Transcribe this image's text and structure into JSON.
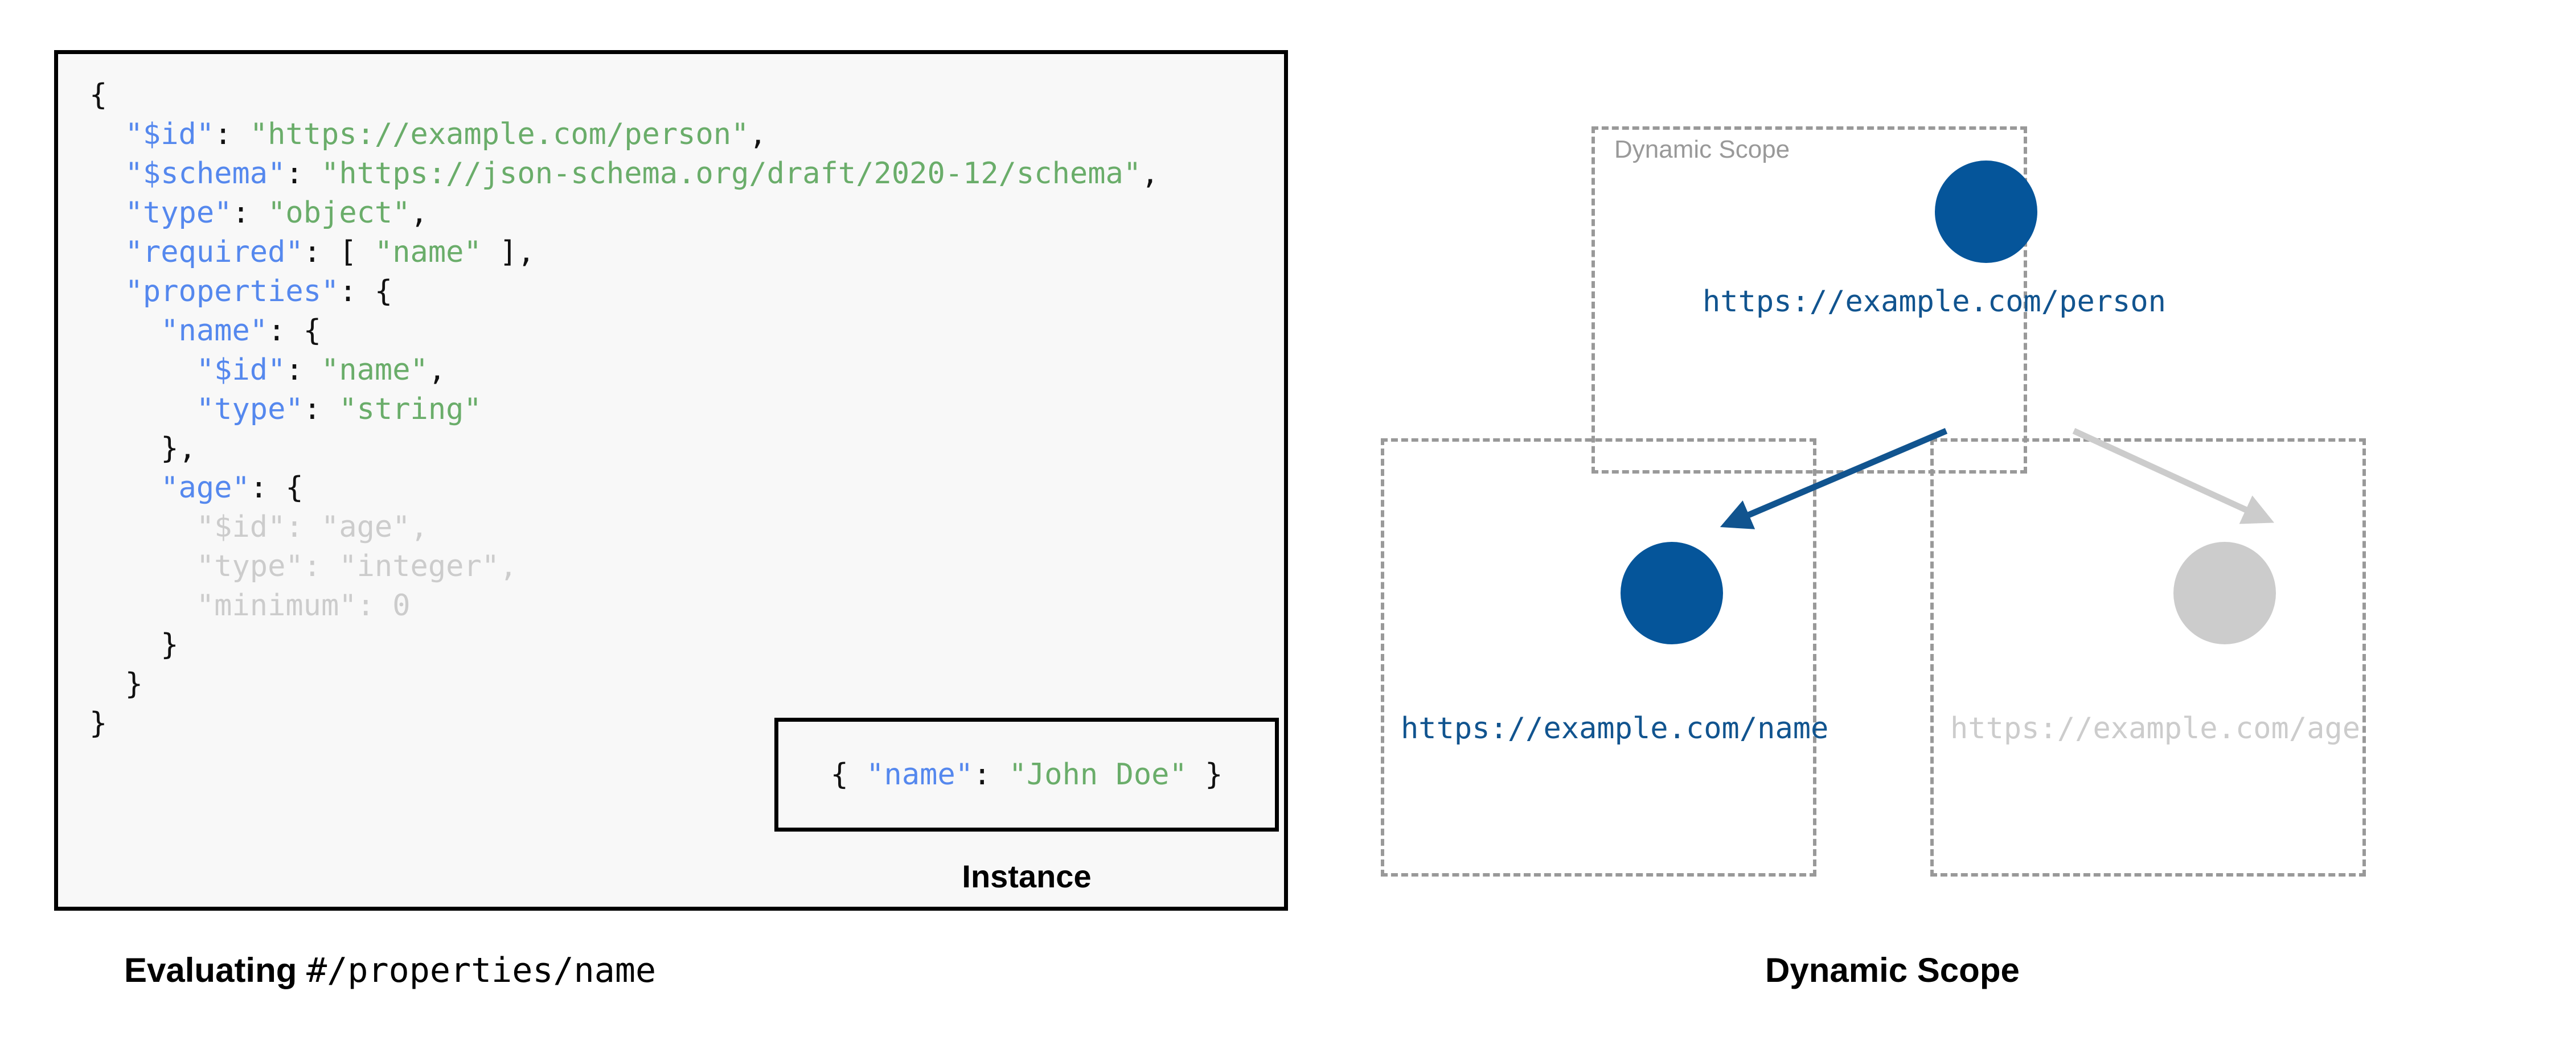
{
  "colors": {
    "node_blue": "#05559a",
    "node_grey": "#cccccc",
    "label_blue": "#11548f",
    "json_key": "#5588ee",
    "json_string": "#6aad6a",
    "dimmed": "#cccccc",
    "scope_border": "#999999",
    "panel_bg": "#f8f8f8",
    "panel_border": "#000000"
  },
  "schema_panel": {
    "lines": [
      {
        "indent": 0,
        "dimmed": false,
        "tokens": [
          {
            "t": "p",
            "v": "{"
          }
        ]
      },
      {
        "indent": 1,
        "dimmed": false,
        "tokens": [
          {
            "t": "k",
            "v": "\"$id\""
          },
          {
            "t": "p",
            "v": ": "
          },
          {
            "t": "s",
            "v": "\"https://example.com/person\""
          },
          {
            "t": "p",
            "v": ","
          }
        ]
      },
      {
        "indent": 1,
        "dimmed": false,
        "tokens": [
          {
            "t": "k",
            "v": "\"$schema\""
          },
          {
            "t": "p",
            "v": ": "
          },
          {
            "t": "s",
            "v": "\"https://json-schema.org/draft/2020-12/schema\""
          },
          {
            "t": "p",
            "v": ","
          }
        ]
      },
      {
        "indent": 1,
        "dimmed": false,
        "tokens": [
          {
            "t": "k",
            "v": "\"type\""
          },
          {
            "t": "p",
            "v": ": "
          },
          {
            "t": "s",
            "v": "\"object\""
          },
          {
            "t": "p",
            "v": ","
          }
        ]
      },
      {
        "indent": 1,
        "dimmed": false,
        "tokens": [
          {
            "t": "k",
            "v": "\"required\""
          },
          {
            "t": "p",
            "v": ": [ "
          },
          {
            "t": "s",
            "v": "\"name\""
          },
          {
            "t": "p",
            "v": " ],"
          }
        ]
      },
      {
        "indent": 1,
        "dimmed": false,
        "tokens": [
          {
            "t": "k",
            "v": "\"properties\""
          },
          {
            "t": "p",
            "v": ": {"
          }
        ]
      },
      {
        "indent": 2,
        "dimmed": false,
        "tokens": [
          {
            "t": "k",
            "v": "\"name\""
          },
          {
            "t": "p",
            "v": ": {"
          }
        ]
      },
      {
        "indent": 3,
        "dimmed": false,
        "tokens": [
          {
            "t": "k",
            "v": "\"$id\""
          },
          {
            "t": "p",
            "v": ": "
          },
          {
            "t": "s",
            "v": "\"name\""
          },
          {
            "t": "p",
            "v": ","
          }
        ]
      },
      {
        "indent": 3,
        "dimmed": false,
        "tokens": [
          {
            "t": "k",
            "v": "\"type\""
          },
          {
            "t": "p",
            "v": ": "
          },
          {
            "t": "s",
            "v": "\"string\""
          }
        ]
      },
      {
        "indent": 2,
        "dimmed": false,
        "tokens": [
          {
            "t": "p",
            "v": "},"
          }
        ]
      },
      {
        "indent": 2,
        "dimmed": false,
        "tokens": [
          {
            "t": "k",
            "v": "\"age\""
          },
          {
            "t": "p",
            "v": ": {"
          }
        ]
      },
      {
        "indent": 3,
        "dimmed": true,
        "tokens": [
          {
            "t": "k",
            "v": "\"$id\""
          },
          {
            "t": "p",
            "v": ": "
          },
          {
            "t": "s",
            "v": "\"age\""
          },
          {
            "t": "p",
            "v": ","
          }
        ]
      },
      {
        "indent": 3,
        "dimmed": true,
        "tokens": [
          {
            "t": "k",
            "v": "\"type\""
          },
          {
            "t": "p",
            "v": ": "
          },
          {
            "t": "s",
            "v": "\"integer\""
          },
          {
            "t": "p",
            "v": ","
          }
        ]
      },
      {
        "indent": 3,
        "dimmed": true,
        "tokens": [
          {
            "t": "k",
            "v": "\"minimum\""
          },
          {
            "t": "p",
            "v": ": "
          },
          {
            "t": "num",
            "v": "0"
          }
        ]
      },
      {
        "indent": 2,
        "dimmed": false,
        "tokens": [
          {
            "t": "p",
            "v": "}"
          }
        ]
      },
      {
        "indent": 1,
        "dimmed": false,
        "tokens": [
          {
            "t": "p",
            "v": "}"
          }
        ]
      },
      {
        "indent": 0,
        "dimmed": false,
        "tokens": [
          {
            "t": "p",
            "v": "}"
          }
        ]
      }
    ]
  },
  "instance": {
    "caption": "Instance",
    "tokens": [
      {
        "t": "p",
        "v": "{ "
      },
      {
        "t": "k",
        "v": "\"name\""
      },
      {
        "t": "p",
        "v": ": "
      },
      {
        "t": "s",
        "v": "\"John Doe\""
      },
      {
        "t": "p",
        "v": " }"
      }
    ]
  },
  "captions": {
    "left_bold": "Evaluating ",
    "left_mono": "#/properties/name",
    "right": "Dynamic Scope"
  },
  "diagram": {
    "scope_label": "Dynamic Scope",
    "nodes": [
      {
        "id": "person",
        "label": "https://example.com/person",
        "state": "active"
      },
      {
        "id": "name",
        "label": "https://example.com/name",
        "state": "active"
      },
      {
        "id": "age",
        "label": "https://example.com/age",
        "state": "inactive"
      }
    ],
    "edges": [
      {
        "from": "person",
        "to": "name",
        "state": "active"
      },
      {
        "from": "person",
        "to": "age",
        "state": "inactive"
      }
    ]
  }
}
